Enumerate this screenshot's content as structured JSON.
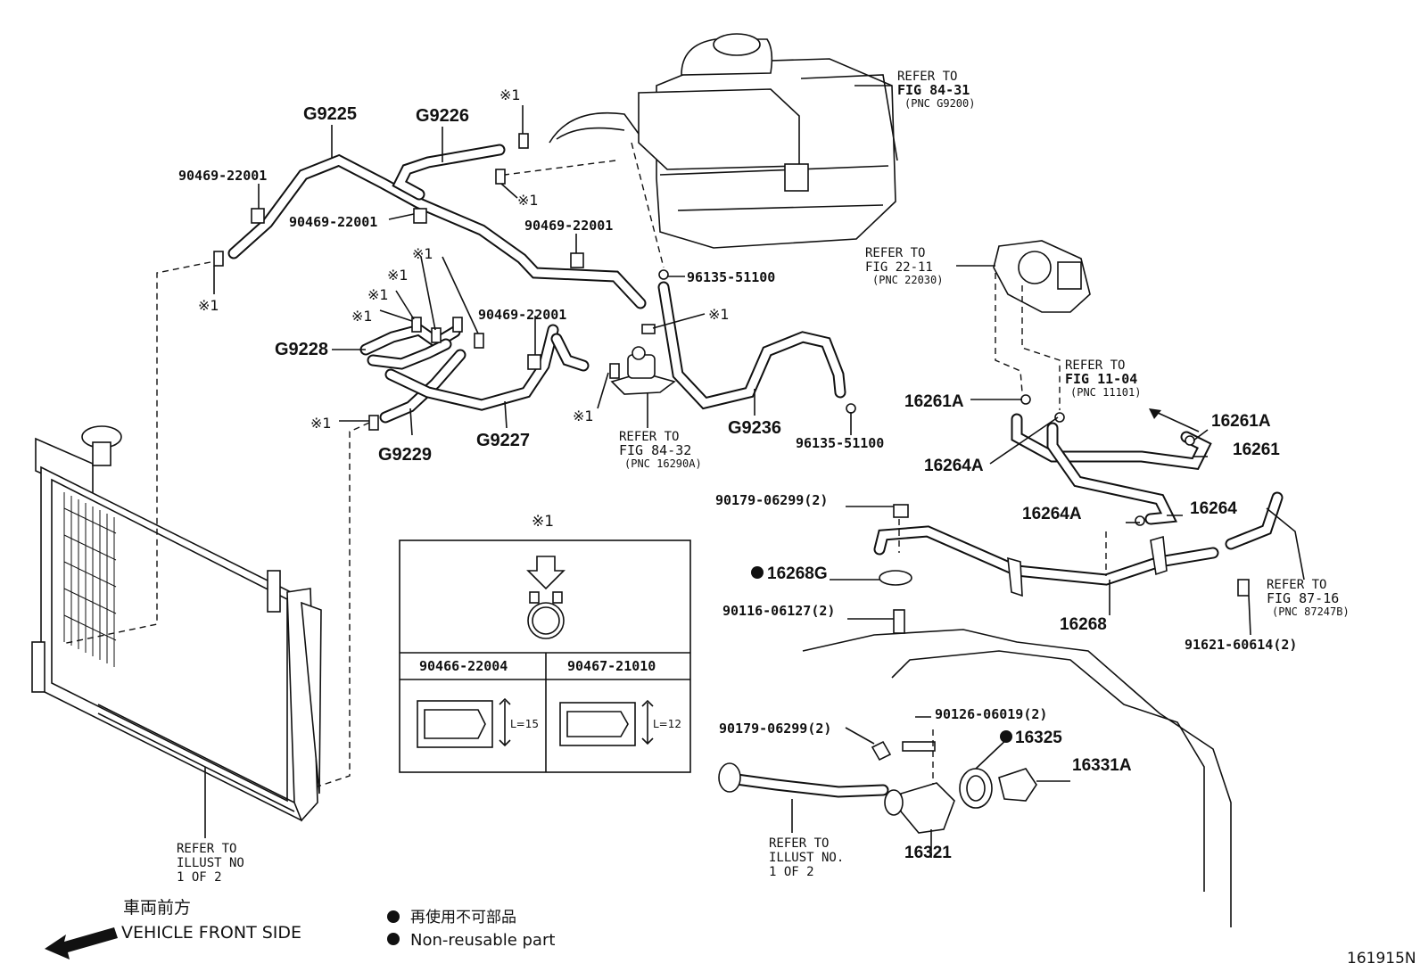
{
  "part_labels": {
    "g9225": "G9225",
    "g9226": "G9226",
    "g9228": "G9228",
    "g9229": "G9229",
    "g9227": "G9227",
    "g9236": "G9236",
    "clamp_90469_a": "90469-22001",
    "clamp_90469_b": "90469-22001",
    "clamp_90469_c": "90469-22001",
    "clamp_90469_d": "90469-22001",
    "clip_96135_a": "96135-51100",
    "clip_96135_b": "96135-51100",
    "p16261A_a": "16261A",
    "p16261A_b": "16261A",
    "p16261": "16261",
    "p16264A_a": "16264A",
    "p16264A_b": "16264A",
    "p16264": "16264",
    "bolt_90179_a": "90179-06299(2)",
    "p16268G": "16268G",
    "stud_90116": "90116-06127(2)",
    "p16268": "16268",
    "bolt_91621": "91621-60614(2)",
    "stud_90126": "90126-06019(2)",
    "bolt_90179_b": "90179-06299(2)",
    "p16325": "16325",
    "p16331A": "16331A",
    "p16321": "16321"
  },
  "clamp_marks": {
    "mark": "※1"
  },
  "references": {
    "fig_84_31": {
      "line1": "REFER TO",
      "line2": "FIG 84-31",
      "line3": "(PNC G9200)"
    },
    "fig_22_11": {
      "line1": "REFER TO",
      "line2": "FIG 22-11",
      "line3": "(PNC 22030)"
    },
    "fig_11_04": {
      "line1": "REFER TO",
      "line2": "FIG 11-04",
      "line3": "(PNC 11101)"
    },
    "fig_84_32": {
      "line1": "REFER TO",
      "line2": "FIG 84-32",
      "line3": "(PNC 16290A)"
    },
    "fig_87_16": {
      "line1": "REFER TO",
      "line2": "FIG 87-16",
      "line3": "(PNC 87247B)"
    },
    "illust_left": {
      "line1": "REFER TO",
      "line2": "ILLUST NO",
      "line3": "1 OF 2"
    },
    "illust_right": {
      "line1": "REFER TO",
      "line2": "ILLUST NO.",
      "line3": "1 OF 2"
    }
  },
  "inset": {
    "mark": "※1",
    "col1_part": "90466-22004",
    "col2_part": "90467-21010",
    "col1_length": "L=15",
    "col2_length": "L=12"
  },
  "legend": {
    "front_jp": "車両前方",
    "front_en": "VEHICLE FRONT SIDE",
    "nonreuse_jp": "再使用不可部品",
    "nonreuse_en": "Non-reusable part"
  },
  "figure_id": "161915N"
}
